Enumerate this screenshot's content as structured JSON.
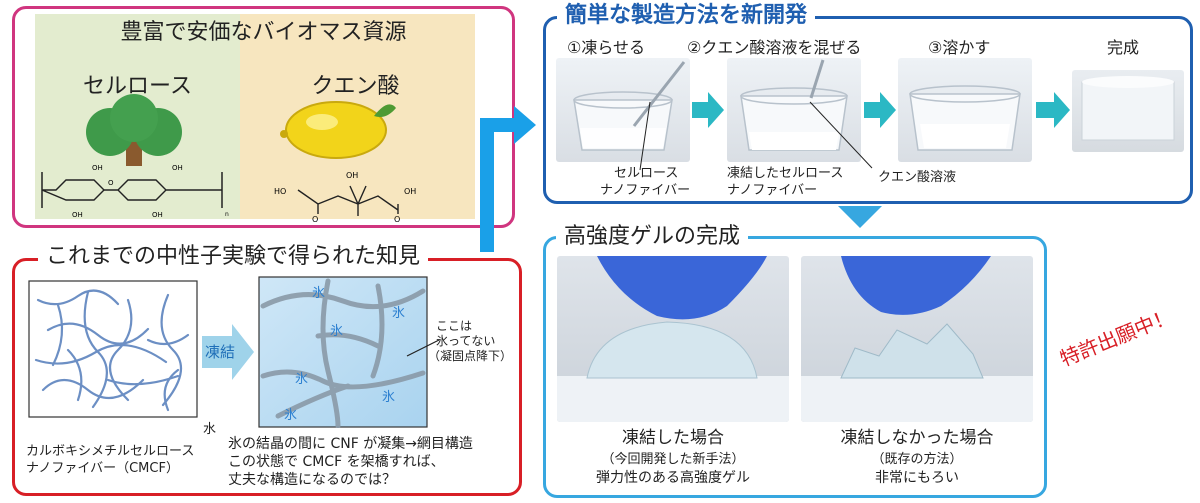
{
  "biomass": {
    "title": "豊富で安価なバイオマス資源",
    "cellulose": "セルロース",
    "citric_acid": "クエン酸",
    "chem_labels": {
      "oh": "OH",
      "o": "O",
      "ho": "HO",
      "n": "n"
    }
  },
  "findings": {
    "title": "これまでの中性子実験で得られた知見",
    "water": "水",
    "cmcf_line1": "カルボキシメチルセルロース",
    "cmcf_line2": "ナノファイバー（CMCF）",
    "freeze": "凍結",
    "ice": "氷",
    "note_line1": "ここは",
    "note_line2": "氷ってない",
    "note_line3": "（凝固点降下）",
    "desc_line1": "氷の結晶の間に CNF が凝集→網目構造",
    "desc_line2": "この状態で CMCF を架橋すれば、",
    "desc_line3": "丈夫な構造になるのでは？"
  },
  "method": {
    "title": "簡単な製造方法を新開発",
    "step1": "①凍らせる",
    "step2": "②クエン酸溶液を混ぜる",
    "step3": "③溶かす",
    "done": "完成",
    "cap1_line1": "セルロース",
    "cap1_line2": "ナノファイバー",
    "cap2_line1": "凍結したセルロース",
    "cap2_line2": "ナノファイバー",
    "cap3": "クエン酸溶液"
  },
  "gel": {
    "title": "高強度ゲルの完成",
    "frozen_title": "凍結した場合",
    "frozen_sub": "（今回開発した新手法）",
    "frozen_desc": "弾力性のある高強度ゲル",
    "unfrozen_title": "凍結しなかった場合",
    "unfrozen_sub": "（既存の方法）",
    "unfrozen_desc": "非常にもろい"
  },
  "patent": "特許出願中！",
  "colors": {
    "magenta": "#d0357f",
    "red": "#d81f26",
    "blue": "#1f5fb0",
    "lightblue": "#37a7e0",
    "teal": "#2bb8c4",
    "arrow": "#1aa0e8"
  }
}
